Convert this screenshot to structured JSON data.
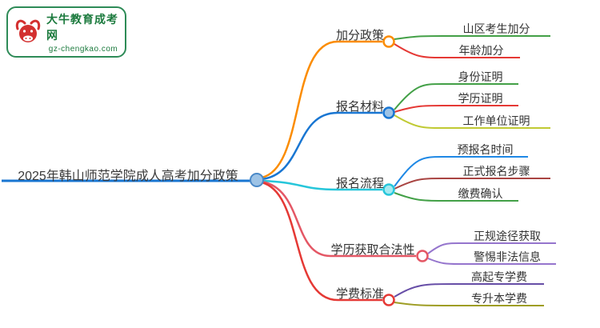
{
  "logo": {
    "name": "大牛教育成考网",
    "domain": "gz-chengkao.com",
    "icon": "bull-icon",
    "border_color": "#2e8b57",
    "text_color": "#1b7a3d",
    "icon_color": "#d3302f"
  },
  "central": {
    "label": "2025年韩山师范学院成人高考加分政策",
    "color": "#1976d2"
  },
  "branches": [
    {
      "label": "加分政策",
      "color": "#fb8c00",
      "children": [
        {
          "label": "山区考生加分",
          "color": "#43a047"
        },
        {
          "label": "年龄加分",
          "color": "#e53935"
        }
      ]
    },
    {
      "label": "报名材料",
      "color": "#1976d2",
      "children": [
        {
          "label": "身份证明",
          "color": "#43a047"
        },
        {
          "label": "学历证明",
          "color": "#e53935"
        },
        {
          "label": "工作单位证明",
          "color": "#c0ca33"
        }
      ]
    },
    {
      "label": "报名流程",
      "color": "#26c6da",
      "children": [
        {
          "label": "预报名时间",
          "color": "#1e88e5"
        },
        {
          "label": "正式报名步骤",
          "color": "#a94442"
        },
        {
          "label": "缴费确认",
          "color": "#43a047"
        }
      ]
    },
    {
      "label": "学历获取合法性",
      "color": "#e45765",
      "children": [
        {
          "label": "正规途径获取",
          "color": "#9575cd"
        },
        {
          "label": "警惕非法信息",
          "color": "#9575cd"
        }
      ]
    },
    {
      "label": "学费标准",
      "color": "#e53935",
      "children": [
        {
          "label": "高起专学费",
          "color": "#674ea7"
        },
        {
          "label": "专升本学费",
          "color": "#9e9d24"
        }
      ]
    }
  ]
}
